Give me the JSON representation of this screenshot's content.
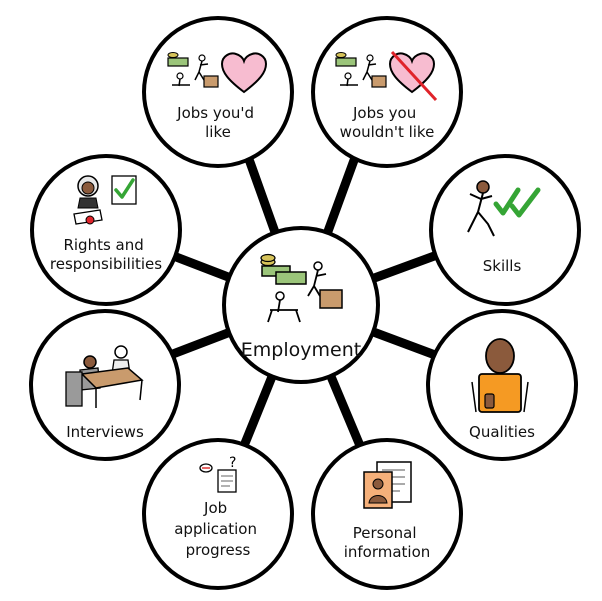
{
  "diagram": {
    "center": {
      "label": "Employment",
      "icon": "employment-icon"
    },
    "nodes": [
      {
        "id": "jobs-like",
        "lines": [
          "Jobs you'd",
          "like"
        ],
        "icon": "heart-icon"
      },
      {
        "id": "jobs-not-like",
        "lines": [
          "Jobs you",
          "wouldn't like"
        ],
        "icon": "crossed-heart-icon"
      },
      {
        "id": "skills",
        "lines": [
          "Skills"
        ],
        "icon": "skills-icon"
      },
      {
        "id": "qualities",
        "lines": [
          "Qualities"
        ],
        "icon": "person-thumbs-up-icon"
      },
      {
        "id": "personal-information",
        "lines": [
          "Personal",
          "information"
        ],
        "icon": "personal-documents-icon"
      },
      {
        "id": "job-application-progress",
        "lines": [
          "Job",
          "application",
          "progress"
        ],
        "icon": "application-form-icon"
      },
      {
        "id": "interviews",
        "lines": [
          "Interviews"
        ],
        "icon": "interview-desk-icon"
      },
      {
        "id": "rights-responsibilities",
        "lines": [
          "Rights and",
          "responsibilities"
        ],
        "icon": "judge-scroll-icon"
      }
    ],
    "colors": {
      "outline": "#000000",
      "fill": "#ffffff",
      "heart": "#f7bcd0",
      "check": "#35a535",
      "cross": "#e0232a",
      "shirt": "#f59a23",
      "skin": "#8b5a3c",
      "money": "#9bc57a"
    }
  }
}
